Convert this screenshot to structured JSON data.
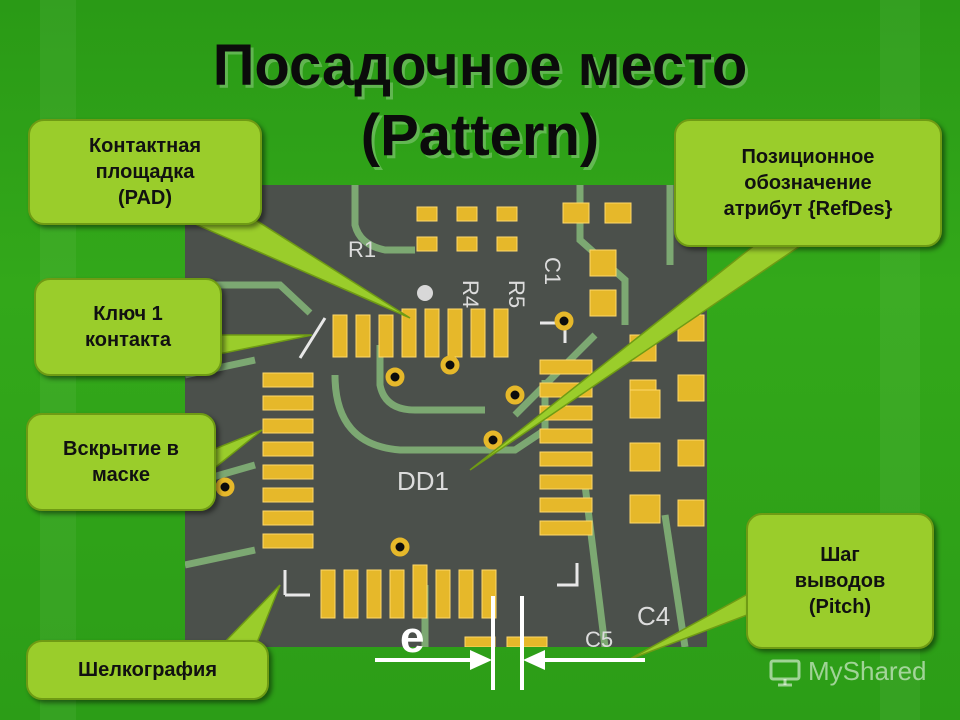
{
  "title": {
    "line1": "Посадочное место",
    "line2": "(Pattern)"
  },
  "callouts": {
    "pad": {
      "line1": "Контактная",
      "line2": "площадка",
      "line3": "(PAD)"
    },
    "key": {
      "line1": "Ключ 1",
      "line2": "контакта"
    },
    "mask": {
      "line1": "Вскрытие в",
      "line2": "маске"
    },
    "silk": {
      "line1": "Шелкография"
    },
    "refdes": {
      "line1": "Позиционное",
      "line2": "обозначение",
      "line3": "атрибут {RefDes}"
    },
    "pitch": {
      "line1": "Шаг",
      "line2": "выводов",
      "line3": "(Pitch)"
    }
  },
  "board_labels": {
    "r1": "R1",
    "r4": "R4",
    "r5": "R5",
    "c1": "C1",
    "dd1": "DD1",
    "c4": "C4",
    "c5": "C5"
  },
  "pitch_symbol": "e",
  "watermark": "MyShared",
  "colors": {
    "background": "#2fa418",
    "board": "#4a4f4a",
    "trace": "#7aa86e",
    "pad": "#e6b82a",
    "callout": "#9acd2b",
    "title": "#0b0b0b"
  }
}
